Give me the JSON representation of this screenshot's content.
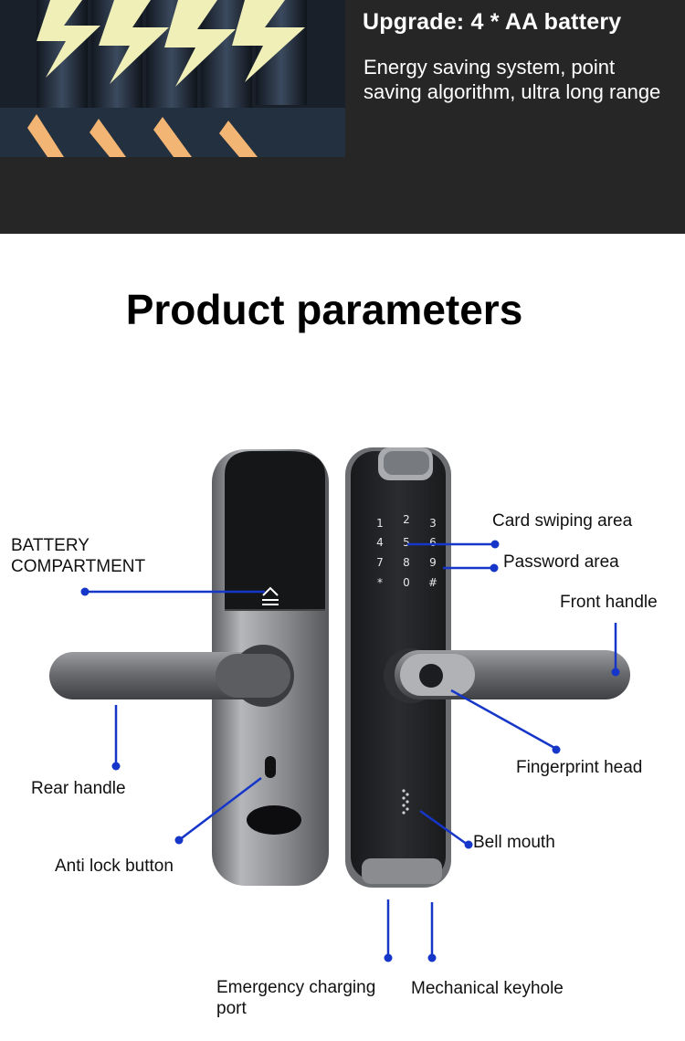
{
  "banner": {
    "title": "Upgrade: 4 * AA battery",
    "description": "Energy saving system, point saving algorithm, ultra long range"
  },
  "section": {
    "title": "Product parameters"
  },
  "keypad": {
    "keys": [
      "1",
      "2",
      "3",
      "4",
      "5",
      "6",
      "7",
      "8",
      "9",
      "*",
      "0",
      "#"
    ]
  },
  "labels": {
    "battery_compartment": "BATTERY COMPARTMENT",
    "rear_handle": "Rear handle",
    "anti_lock_button": "Anti lock button",
    "card_swiping_area": "Card swiping area",
    "password_area": "Password area",
    "front_handle": "Front handle",
    "fingerprint_head": "Fingerprint head",
    "bell_mouth": "Bell mouth",
    "emergency_charging_port": "Emergency charging port",
    "mechanical_keyhole": "Mechanical keyhole"
  },
  "colors": {
    "banner_bg": "#262626",
    "leader_line": "#1536c8",
    "lock_body": "#2a2b2e",
    "lock_frame": "#8b8d91",
    "handle": "#6c6e72"
  }
}
